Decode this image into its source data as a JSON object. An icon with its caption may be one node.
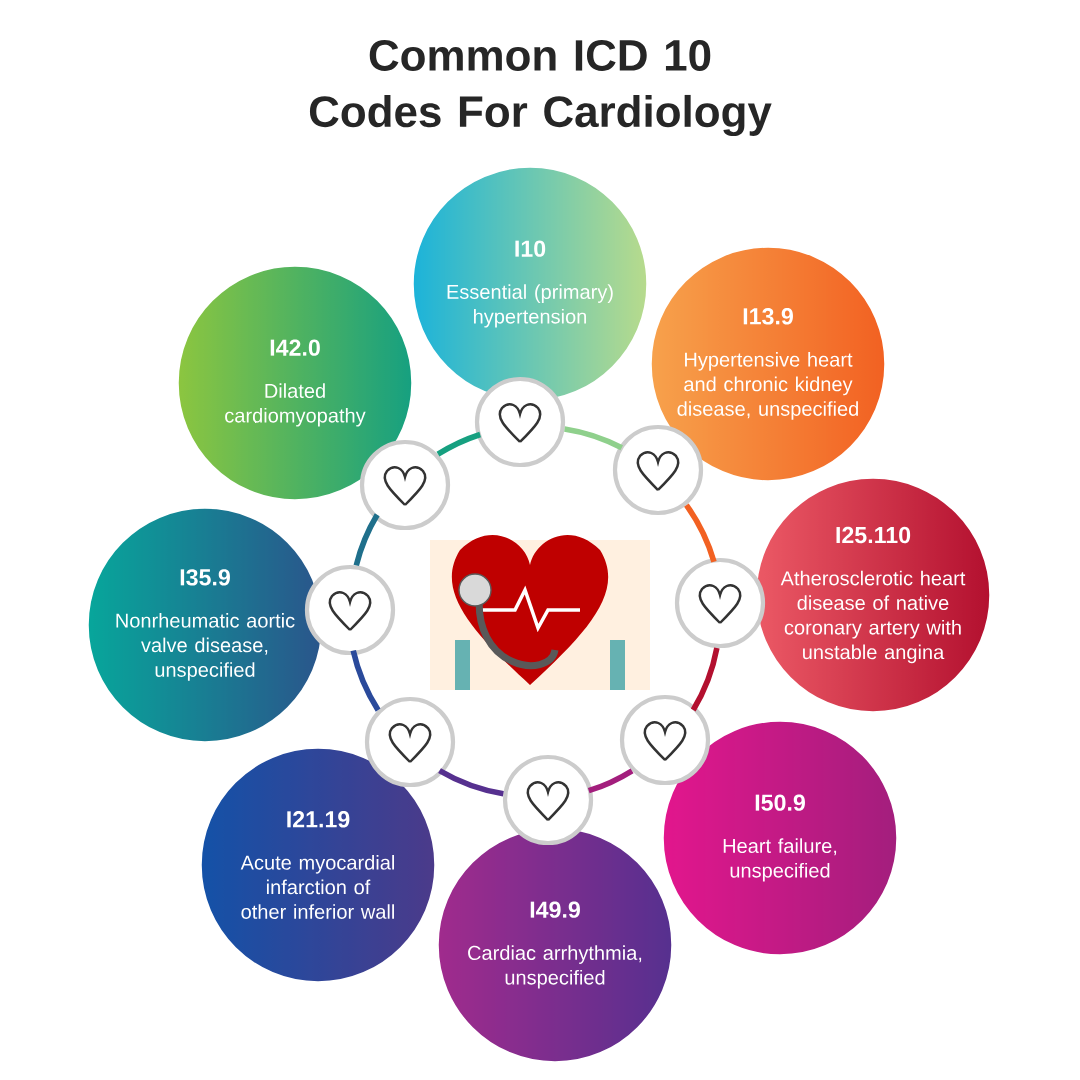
{
  "diagram": {
    "title": "Common ICD 10 Codes For Cardiology",
    "nodes": [
      {
        "text": [
          "I10",
          "Essential (primary) hypertension"
        ]
      },
      {
        "text": [
          "I13.9",
          "Hypertensive heart and chronic kidney disease, unspecified"
        ]
      },
      {
        "text": [
          "I25.110",
          "Atherosclerotic heart disease of native coronary artery with unstable angina"
        ]
      },
      {
        "text": [
          "I50.9",
          "Heart failure, unspecified"
        ]
      },
      {
        "text": [
          "I49.9",
          "Cardiac arrhythmia, unspecified"
        ]
      },
      {
        "text": [
          "I21.19",
          "Acute myocardial infarction of other inferior wall"
        ]
      },
      {
        "text": [
          "I35.9",
          "Nonrheumatic aortic valve disease, unspecified"
        ]
      },
      {
        "text": [
          "I42.0",
          "Dilated cardiomyopathy"
        ]
      },
      {
        "text": [],
        "shape": "circle"
      },
      {
        "text": [],
        "shape": "circle"
      },
      {
        "text": [],
        "shape": "circle"
      },
      {
        "text": [],
        "shape": "circle"
      },
      {
        "text": [],
        "shape": "circle"
      },
      {
        "text": [],
        "shape": "circle"
      },
      {
        "text": [],
        "shape": "circle"
      },
      {
        "text": [],
        "shape": "circle"
      }
    ],
    "edges": [
      {
        "from": 8,
        "to": 9,
        "arrow": "none",
        "color": "#8fd08c"
      },
      {
        "from": 9,
        "to": 10,
        "arrow": "none",
        "color": "#f26122"
      },
      {
        "from": 10,
        "to": 11,
        "arrow": "none",
        "color": "#b3102f"
      },
      {
        "from": 11,
        "to": 12,
        "arrow": "none",
        "color": "#a31e7d"
      },
      {
        "from": 12,
        "to": 13,
        "arrow": "none",
        "color": "#56308f"
      },
      {
        "from": 13,
        "to": 14,
        "arrow": "none",
        "color": "#2a4a9b"
      },
      {
        "from": 14,
        "to": 15,
        "arrow": "none",
        "color": "#1f6f8b"
      },
      {
        "from": 15,
        "to": 8,
        "arrow": "none",
        "color": "#16a080"
      }
    ]
  }
}
